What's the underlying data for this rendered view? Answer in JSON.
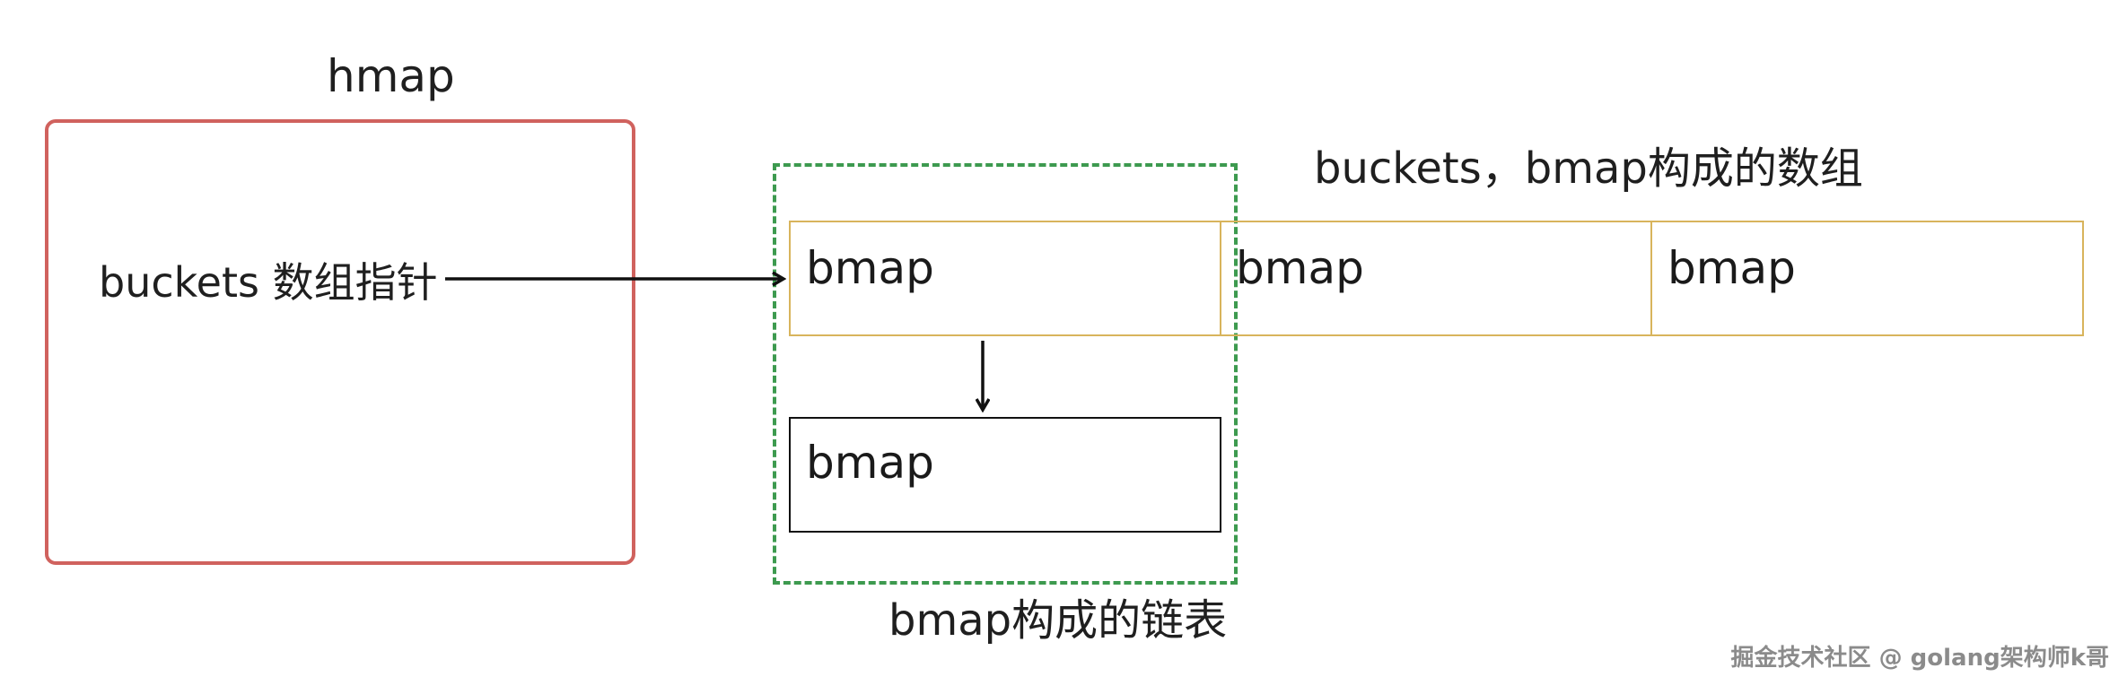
{
  "hmap": {
    "title": "hmap",
    "pointer_label": "buckets 数组指针"
  },
  "buckets": {
    "label": "buckets，bmap构成的数组",
    "cells": [
      "bmap",
      "bmap",
      "bmap"
    ]
  },
  "linked_list": {
    "node_label": "bmap",
    "label": "bmap构成的链表"
  },
  "watermark": "掘金技术社区 @ golang架构师k哥",
  "colors": {
    "hmap_border": "#d0625e",
    "group_border": "#3d9a4f",
    "bucket_border": "#d8b45c",
    "list_border": "#111111",
    "arrow": "#111111"
  }
}
